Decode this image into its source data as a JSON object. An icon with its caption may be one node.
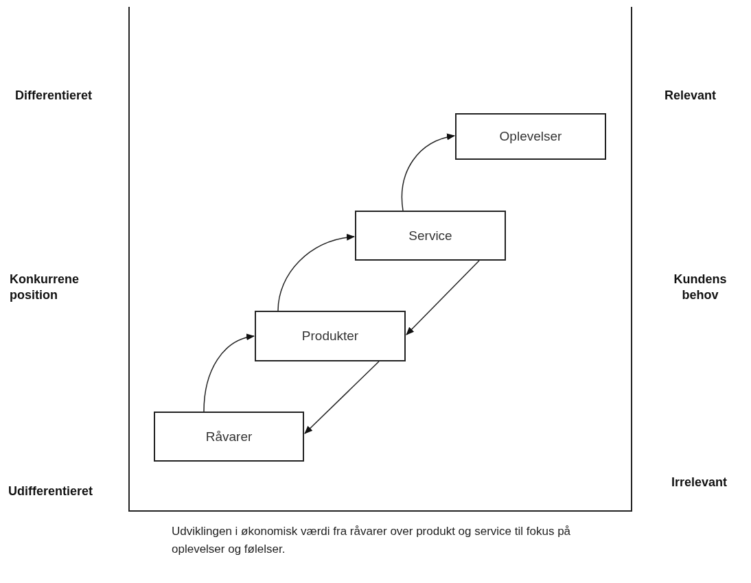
{
  "diagram": {
    "caption": "Udviklingen i økonomisk værdi fra råvarer over produkt og service til fokus på oplevelser og følelser.",
    "nodes": [
      {
        "text": [
          "Oplevelser"
        ]
      },
      {
        "text": [
          "Service"
        ]
      },
      {
        "text": [
          "Produkter"
        ]
      },
      {
        "text": [
          "Råvarer"
        ]
      }
    ],
    "edges": [
      {
        "from": 3,
        "to": 2,
        "arrow": "to"
      },
      {
        "from": 2,
        "to": 1,
        "arrow": "to"
      },
      {
        "from": 1,
        "to": 0,
        "arrow": "to"
      },
      {
        "from": 1,
        "to": 2,
        "arrow": "to"
      },
      {
        "from": 2,
        "to": 3,
        "arrow": "to"
      }
    ],
    "labels": [
      "Differentieret",
      "Relevant",
      "Konkurrene position",
      "Kundens behov",
      "Udifferentieret",
      "Irrelevant"
    ]
  }
}
